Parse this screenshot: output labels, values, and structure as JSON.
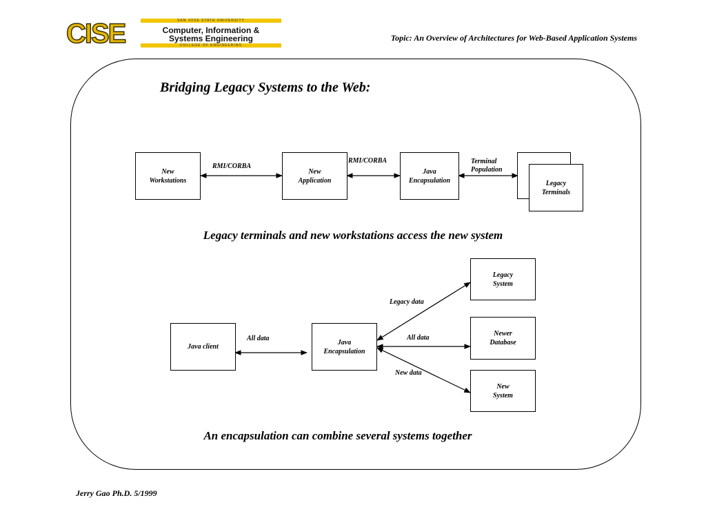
{
  "logo": {
    "mark": "CISE",
    "university": "SAN JOSE STATE UNIVERSITY",
    "line1": "Computer, Information &",
    "line2": "Systems Engineering",
    "college": "COLLEGE OF ENGINEERING"
  },
  "topic": "Topic: An Overview of Architectures for Web-Based  Application Systems",
  "title": "Bridging Legacy Systems to the Web:",
  "diagram1": {
    "boxes": {
      "new_workstations": "New\nWorkstations",
      "new_application": "New\nApplication",
      "java_encapsulation": "Java\nEncapsulation",
      "legacy_terminals": "Legacy\nTerminals"
    },
    "labels": {
      "rmi1": "RMI/CORBA",
      "rmi2": "RMI/CORBA",
      "terminal_population": "Terminal\nPopulation"
    },
    "caption": "Legacy terminals and new workstations access the new system"
  },
  "diagram2": {
    "boxes": {
      "java_client": "Java client",
      "java_encapsulation": "Java\nEncapsulation",
      "legacy_system": "Legacy\nSystem",
      "newer_database": "Newer\nDatabase",
      "new_system": "New\nSystem"
    },
    "labels": {
      "all_data_left": "All data",
      "legacy_data": "Legacy data",
      "all_data_right": "All data",
      "new_data": "New data"
    },
    "caption": "An encapsulation can combine several systems together"
  },
  "footer": "Jerry Gao Ph.D.  5/1999"
}
